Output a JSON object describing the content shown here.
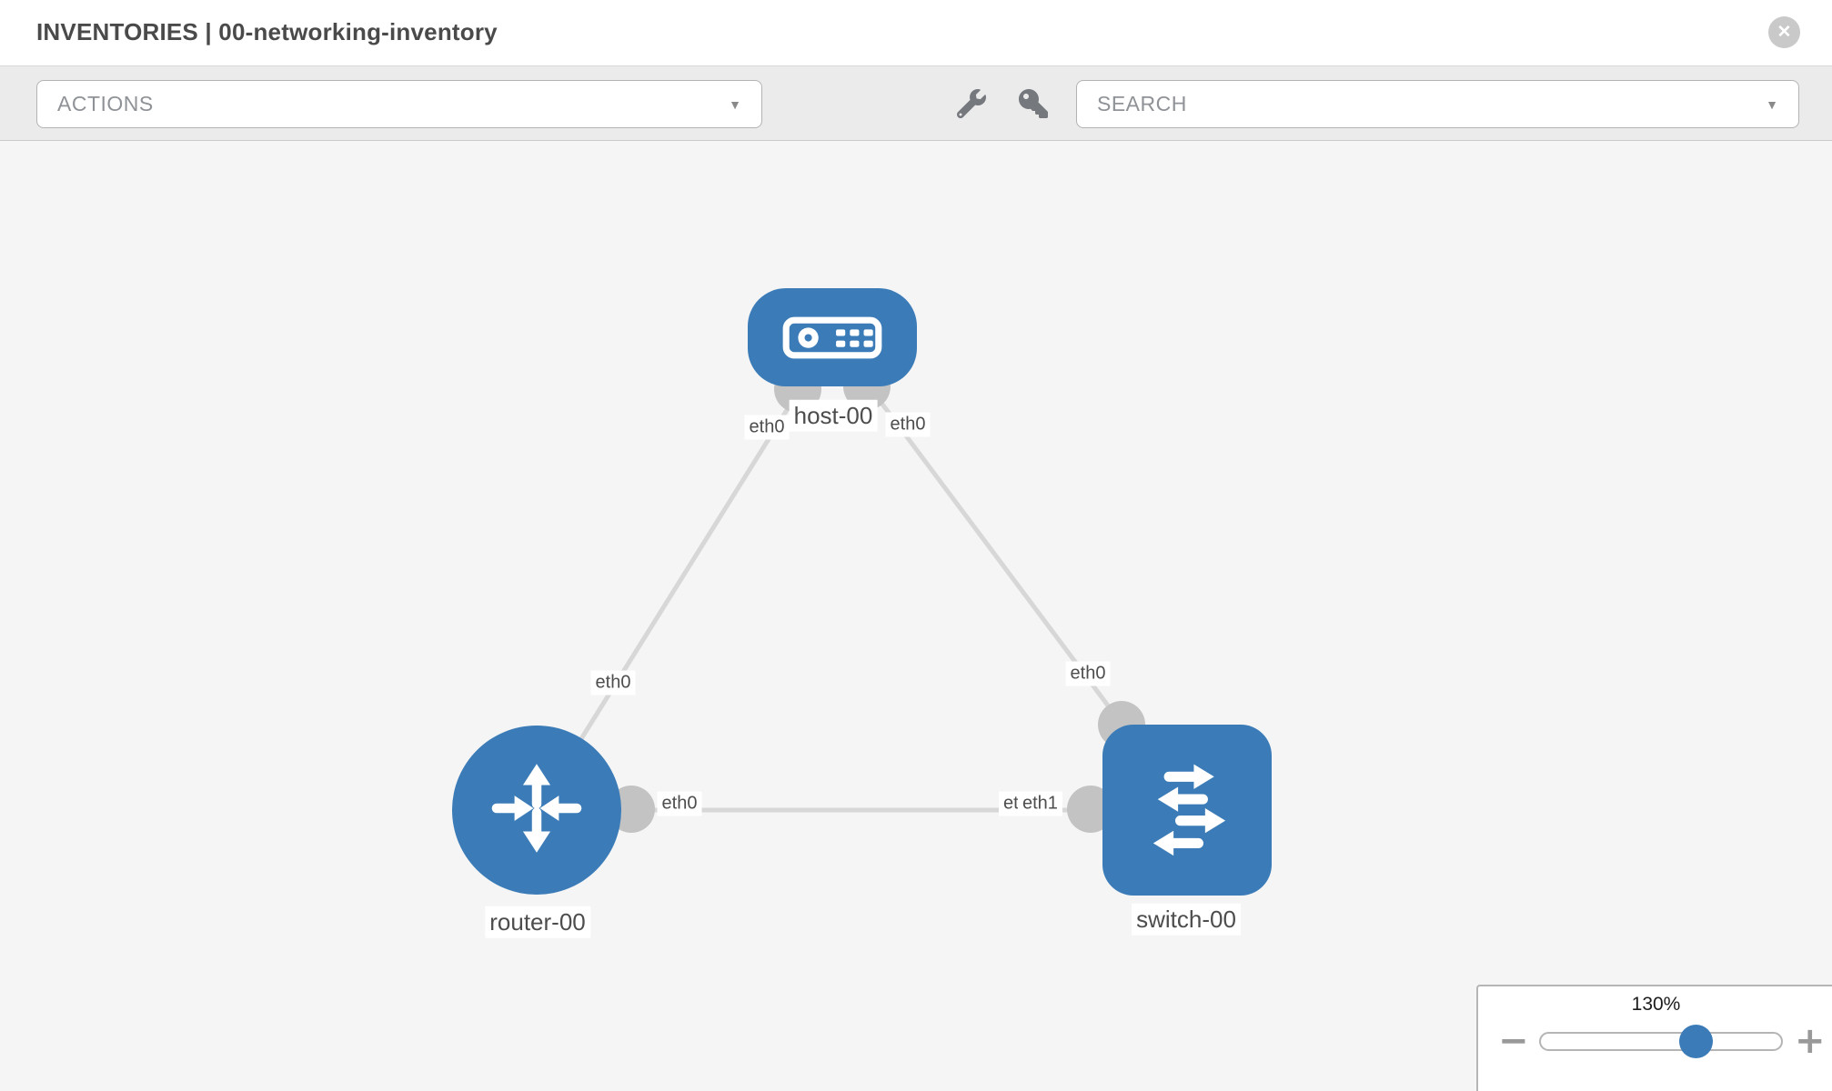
{
  "header": {
    "title": "INVENTORIES | 00-networking-inventory"
  },
  "icons": {
    "close": "✕",
    "caret": "▼",
    "wrench": "wrench",
    "key": "key",
    "minus": "−",
    "plus": "+"
  },
  "toolbar": {
    "actions_label": "ACTIONS",
    "search_label": "SEARCH"
  },
  "topology": {
    "nodes": [
      {
        "id": "host-00",
        "type": "host",
        "label": "host-00"
      },
      {
        "id": "router-00",
        "type": "router",
        "label": "router-00"
      },
      {
        "id": "switch-00",
        "type": "switch",
        "label": "switch-00"
      }
    ],
    "links": [
      {
        "from": "host-00",
        "from_interface": "eth0",
        "to": "router-00",
        "to_interface": "eth0"
      },
      {
        "from": "host-00",
        "from_interface": "eth0",
        "to": "switch-00",
        "to_interface": "eth0"
      },
      {
        "from": "router-00",
        "from_interface": "eth0",
        "to": "switch-00",
        "to_interface": "eth1"
      }
    ],
    "interface_labels": {
      "host_left": "eth0",
      "host_right": "eth0",
      "router_top": "eth0",
      "router_right": "eth0",
      "switch_top": "eth0",
      "switch_left_under": "eth0",
      "switch_left": "eth1"
    }
  },
  "zoom_control": {
    "level": "130%"
  },
  "colors": {
    "node_blue": "#3b7cb8",
    "link_gray": "#d7d7d7",
    "interface_gray": "#c3c3c3",
    "canvas_bg": "#f5f5f5"
  }
}
